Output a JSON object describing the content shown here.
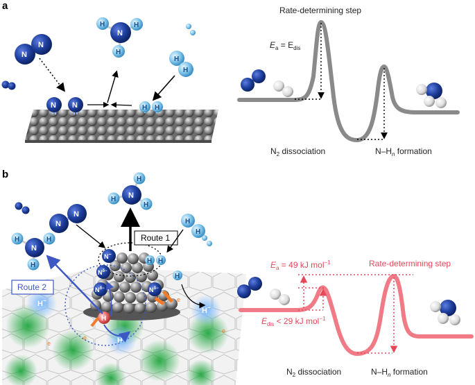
{
  "panel_a": {
    "label": "a",
    "rds_label": "Rate-determining step",
    "ea_label": "E",
    "ea_sub": "a",
    "ea_eq": " = E",
    "ea_dis_sub": "dis",
    "n2_dissociation": "N",
    "n2_dissociation_sub": "2",
    "n2_dissociation_rest": " dissociation",
    "nh_formation": "N–H",
    "nh_formation_sub": "n",
    "nh_formation_rest": " formation"
  },
  "panel_b": {
    "label": "b",
    "route1": "Route 1",
    "route2": "Route 2",
    "rds_label": "Rate-determining step",
    "ea_value": "E",
    "ea_value_sub": "a",
    "ea_value_rest": " = 49 kJ mol",
    "ea_value_sup": "−1",
    "edis_value": "E",
    "edis_value_sub": "dis",
    "edis_value_rest": " < 29 kJ mol",
    "edis_value_sup": "−1",
    "n2_dissociation": "N",
    "n2_dissociation_sub": "2",
    "n2_dissociation_rest": " dissociation",
    "nh_formation": "N–H",
    "nh_formation_sub": "n",
    "nh_formation_rest": " formation"
  },
  "atoms": {
    "n": "N",
    "h": "H",
    "n_delta": "N",
    "n_delta_sup": "δ−",
    "n_minus_sup": "−",
    "h_minus": "H",
    "h_minus_sup": "−",
    "electron": "e"
  },
  "colors": {
    "n_atom": "#1f3f9e",
    "h_atom": "#7fc4ea",
    "profile_a": "#8a8a8a",
    "profile_b": "#f07a86",
    "red_text": "#e8475a",
    "route2_blue": "#3d58c2",
    "electron_orange": "#ef7b2b",
    "support_green": "#27b24a"
  }
}
